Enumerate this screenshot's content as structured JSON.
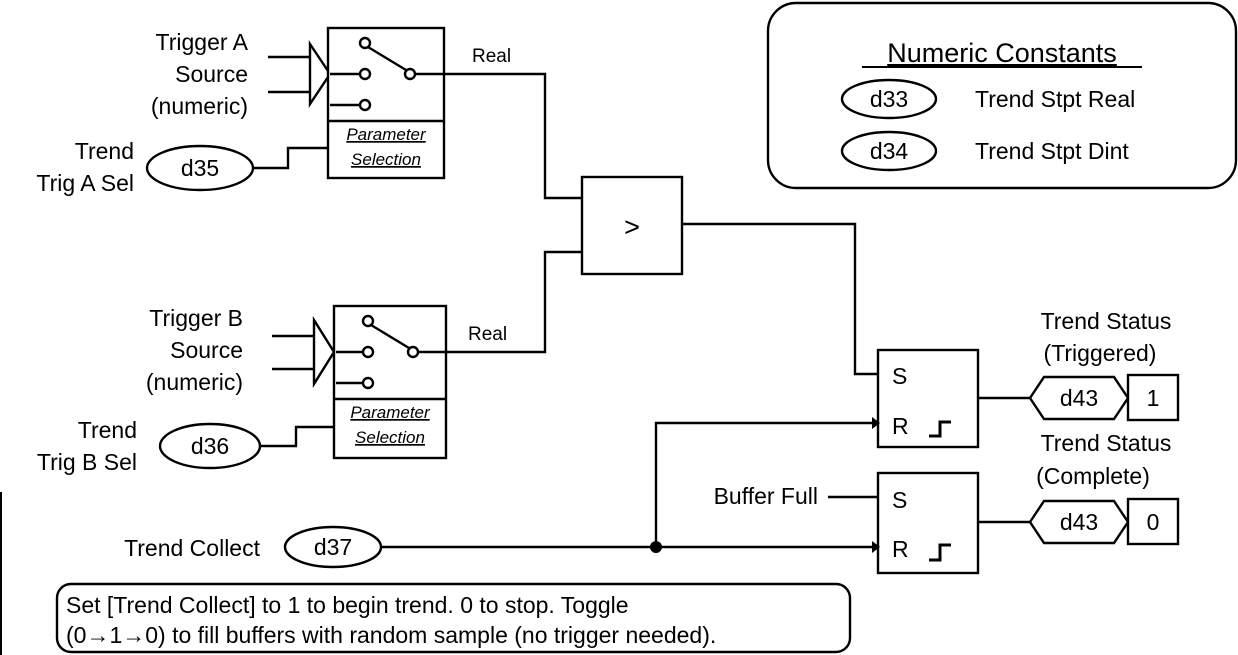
{
  "trigger_a": {
    "line1": "Trigger A",
    "line2": "Source",
    "line3": "(numeric)"
  },
  "trigger_b": {
    "line1": "Trigger B",
    "line2": "Source",
    "line3": "(numeric)"
  },
  "trend_trig_a_sel": {
    "line1": "Trend",
    "line2": "Trig A Sel",
    "param": "d35"
  },
  "trend_trig_b_sel": {
    "line1": "Trend",
    "line2": "Trig B Sel",
    "param": "d36"
  },
  "param_selection": {
    "line1": "Parameter",
    "line2": "Selection"
  },
  "real_label": "Real",
  "comparator_symbol": ">",
  "numeric_constants": {
    "title": "Numeric Constants",
    "items": [
      {
        "param": "d33",
        "label": "Trend Stpt Real"
      },
      {
        "param": "d34",
        "label": "Trend Stpt Dint"
      }
    ]
  },
  "latch": {
    "set": "S",
    "reset": "R"
  },
  "trend_status_triggered": {
    "line1": "Trend Status",
    "line2": "(Triggered)",
    "param": "d43",
    "value": "1"
  },
  "trend_status_complete": {
    "line1": "Trend Status",
    "line2": "(Complete)",
    "param": "d43",
    "value": "0"
  },
  "buffer_full": "Buffer Full",
  "trend_collect": {
    "label": "Trend Collect",
    "param": "d37"
  },
  "note": {
    "line1": "Set [Trend Collect] to 1 to begin trend.  0 to stop.  Toggle",
    "line2": "(0→1→0) to fill buffers with random sample (no trigger needed)."
  }
}
